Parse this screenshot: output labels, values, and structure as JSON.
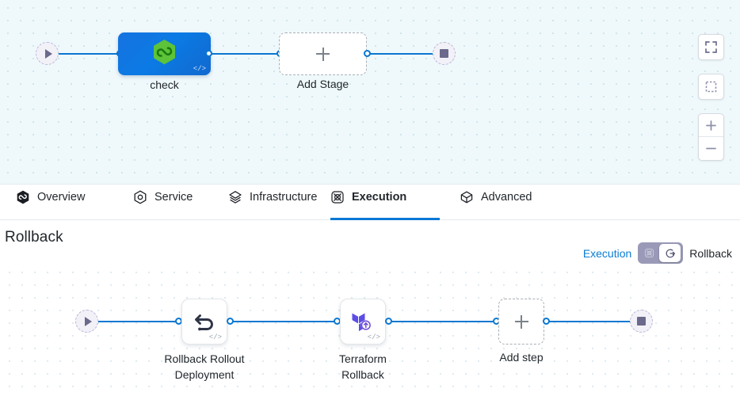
{
  "canvas_top": {
    "start_node": {
      "name": "start-node",
      "icon": "play-icon"
    },
    "end_node": {
      "name": "end-node",
      "icon": "stop-icon"
    },
    "stages": [
      {
        "label": "check",
        "icon": "harness-hexagon-icon",
        "code_badge": "</>"
      }
    ],
    "add_stage": {
      "label": "Add Stage",
      "icon": "plus-icon"
    }
  },
  "controls": {
    "fullscreen": {
      "label": "",
      "icon": "fullscreen-icon"
    },
    "select": {
      "label": "",
      "icon": "dashed-square-icon"
    },
    "zoom_in": {
      "label": "",
      "icon": "plus-icon"
    },
    "zoom_out": {
      "label": "",
      "icon": "minus-icon"
    }
  },
  "tabs": [
    {
      "label": "Overview",
      "icon": "harness-hexagon-icon",
      "active": false
    },
    {
      "label": "Service",
      "icon": "service-hexagon-icon",
      "active": false
    },
    {
      "label": "Infrastructure",
      "icon": "layers-icon",
      "active": false
    },
    {
      "label": "Execution",
      "icon": "execution-circles-icon",
      "active": true
    },
    {
      "label": "Advanced",
      "icon": "cube-icon",
      "active": false
    }
  ],
  "rollback_section": {
    "title": "Rollback",
    "toggle": {
      "left_label": "Execution",
      "right_label": "Rollback",
      "state": "rollback",
      "left_icon": "execution-circles-icon",
      "knob_icon": "rollback-arrow-icon"
    }
  },
  "canvas_bottom": {
    "start_node": {
      "name": "start-node",
      "icon": "play-icon"
    },
    "end_node": {
      "name": "end-node",
      "icon": "stop-icon"
    },
    "steps": [
      {
        "label_line1": "Rollback Rollout",
        "label_line2": "Deployment",
        "icon": "undo-arrow-icon",
        "code_badge": "</>"
      },
      {
        "label_line1": "Terraform",
        "label_line2": "Rollback",
        "icon": "terraform-icon",
        "code_badge": "</>"
      }
    ],
    "add_step": {
      "label": "Add step",
      "icon": "plus-icon"
    }
  },
  "colors": {
    "accent_blue": "#0a77d1",
    "stage_blue": "#0b7ae4",
    "harness_green": "#5cc33a",
    "terraform_purple": "#5c4ee5",
    "canvas_top_bg": "#eff9fc",
    "tab_active_underline": "#0278d5"
  }
}
